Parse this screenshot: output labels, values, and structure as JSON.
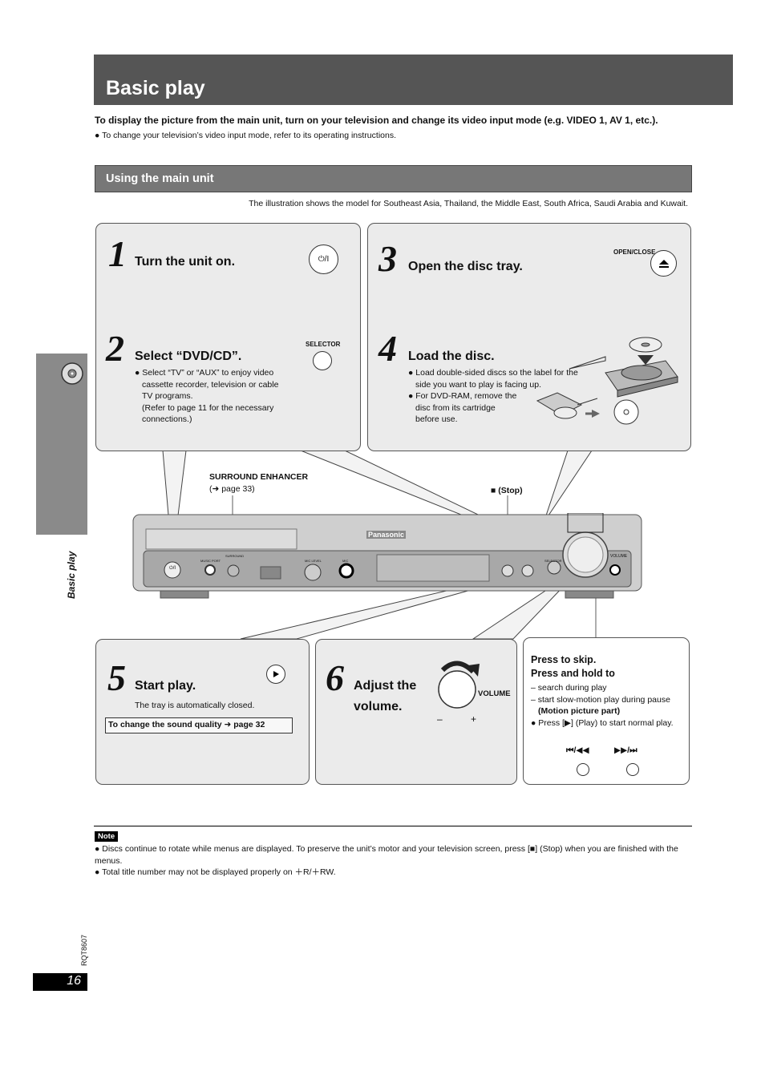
{
  "header": {
    "title": "Basic play"
  },
  "intro": {
    "main": "To display the picture from the main unit, turn on your television and change its video input mode (e.g. VIDEO 1, AV 1, etc.).",
    "bullet": "● To change your television’s video input mode, refer to its operating instructions."
  },
  "section": {
    "title": "Using the main unit",
    "illustration_note": "The illustration shows the model for Southeast Asia, Thailand, the Middle East, South Africa, Saudi Arabia and Kuwait."
  },
  "steps": {
    "s1": {
      "num": "1",
      "title": "Turn the unit on.",
      "button": "⏻/I"
    },
    "s2": {
      "num": "2",
      "title": "Select “DVD/CD”.",
      "button_label": "SELECTOR",
      "b1": "● Select “TV” or “AUX” to enjoy video",
      "b2": "cassette recorder, television or cable",
      "b3": "TV programs.",
      "b4": "(Refer to page 11 for the necessary",
      "b5": "connections.)"
    },
    "s3": {
      "num": "3",
      "title": "Open the disc tray.",
      "button_label": "OPEN/CLOSE"
    },
    "s4": {
      "num": "4",
      "title": "Load the disc.",
      "b1": "● Load double-sided discs so the label for the",
      "b2": "side you want to play is facing up.",
      "b3": "● For DVD-RAM, remove the",
      "b4": "disc from its cartridge",
      "b5": "before use."
    },
    "s5": {
      "num": "5",
      "title": "Start play.",
      "note": "The tray is automatically closed.",
      "sound": "To change the sound quality ➜ page 32"
    },
    "s6": {
      "num": "6",
      "title1": "Adjust the",
      "title2": "volume.",
      "vol_label": "VOLUME",
      "minus": "–",
      "plus": "+"
    },
    "s7": {
      "t1": "Press to skip.",
      "t2": "Press and hold to",
      "l1": "– search during play",
      "l2": "– start slow-motion play during pause",
      "l3": "(Motion picture part)",
      "l4": "● Press [▶] (Play) to start normal play.",
      "skip_back": "⏮/◀◀",
      "skip_fwd": "▶▶/⏭"
    }
  },
  "device": {
    "brand": "Panasonic",
    "surround_title": "SURROUND ENHANCER",
    "surround_page": "(➜ page 33)",
    "stop_label": "■ (Stop)",
    "power_btn": "⏻/I",
    "labels": {
      "music_port": "MUSIC PORT",
      "surround": "SURROUND",
      "mic_level": "MIC LEVEL",
      "mic": "MIC",
      "selector": "SELECTOR",
      "volume": "VOLUME"
    }
  },
  "sidebar": {
    "label": "Basic play"
  },
  "footer": {
    "doc_code": "RQT8607",
    "page": "16",
    "note_label": "Note",
    "note1": "● Discs continue to rotate while menus are displayed. To preserve the unit’s motor and your television screen, press [■] (Stop) when you are finished with the menus.",
    "note2": "● Total title number may not be displayed properly on ＋R/＋RW."
  },
  "colors": {
    "header_bg": "#555555",
    "subheader_bg": "#777777",
    "panel_bg": "#ebebeb",
    "sidetab_bg": "#8a8a8a"
  }
}
